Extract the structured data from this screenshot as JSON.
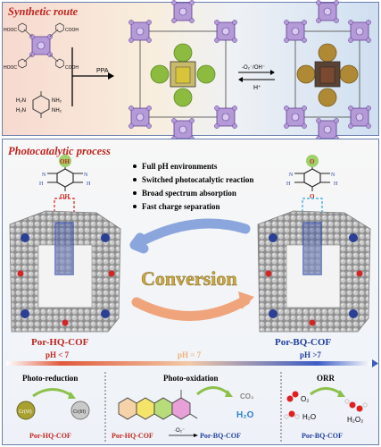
{
  "synthetic": {
    "title": "Synthetic route",
    "cooh": "COOH",
    "hooc": "HOOC",
    "nh2": "NH₂",
    "h2n": "H₂N",
    "ppa": "PPA",
    "forward": "-O₂⁻/OH⁻",
    "reverse": "H⁺"
  },
  "photocatalytic": {
    "title": "Photocatalytic process",
    "features": [
      "Full pH environments",
      "Switched photocatalytic reaction",
      "Broad spectrum absorption",
      "Fast charge separation"
    ],
    "hq_oh_top": "OH",
    "hq_oh_bottom": "OH",
    "bq_o_top": "O",
    "bq_o_bottom": "O",
    "n": "N",
    "h": "H",
    "conversion": "Conversion",
    "left_cof": "Por-HQ-COF",
    "right_cof": "Por-BQ-COF",
    "ph_left": "pH < 7",
    "ph_mid": "pH = 7",
    "ph_right": "pH >7"
  },
  "applications": {
    "reduction": {
      "title": "Photo-reduction",
      "cr6": "Cr(VI)",
      "cr3": "Cr(III)",
      "label": "Por-HQ-COF"
    },
    "oxidation": {
      "title": "Photo-oxidation",
      "co2": "CO₂",
      "h2o": "H₂O",
      "label_left": "Por-HQ-COF",
      "arrow": "·O₂⁻",
      "label_right": "Por-BQ-COF"
    },
    "orr": {
      "title": "ORR",
      "o2": "O₂",
      "h2o": "H₂O",
      "h2o2": "H₂O₂",
      "label": "Por-BQ-COF"
    }
  },
  "colors": {
    "title_red": "#c0251f",
    "hq_red": "#c0251f",
    "bq_blue": "#1f3f9f",
    "porphyrin": "#b59ad8",
    "green_linker": "#7fae35",
    "brown_linker": "#a57a2a"
  }
}
